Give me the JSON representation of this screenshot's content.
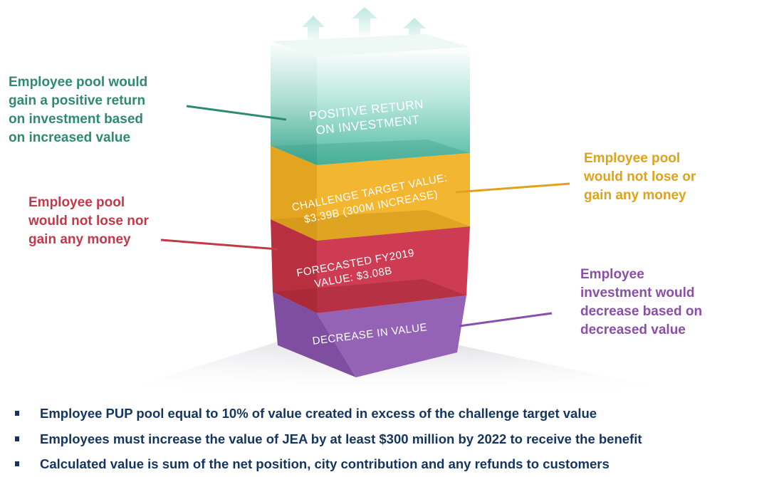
{
  "blocks": {
    "positive_return": {
      "line1": "POSITIVE RETURN",
      "line2": "ON INVESTMENT",
      "color": "#5ec7b0"
    },
    "challenge_target": {
      "line1": "CHALLENGE TARGET VALUE:",
      "line2": "$3.39B (300M INCREASE)",
      "color": "#f1b52f"
    },
    "forecasted": {
      "line1": "FORECASTED FY2019",
      "line2": "VALUE:  $3.08B",
      "color": "#cc3b50"
    },
    "decrease": {
      "line1": "DECREASE IN VALUE",
      "color": "#9460b4"
    }
  },
  "callouts": {
    "positive": {
      "text": "Employee pool would\ngain a positive return\non investment based\non increased value",
      "color": "#2e8b72"
    },
    "no_change_left": {
      "text": "Employee pool\nwould not lose nor\ngain any money",
      "color": "#c23a4a"
    },
    "no_change_right": {
      "text": "Employee pool\nwould not lose or\ngain any money",
      "color": "#e0a21c"
    },
    "decrease": {
      "text": "Employee\ninvestment would\ndecrease based on\ndecreased value",
      "color": "#8a4fa8"
    }
  },
  "bullets": [
    "Employee PUP pool equal to 10% of value created in excess of the challenge target value",
    "Employees must increase the value of JEA by at least $300 million by 2022 to receive the benefit",
    "Calculated value is sum of the net position, city contribution and any refunds to customers"
  ]
}
